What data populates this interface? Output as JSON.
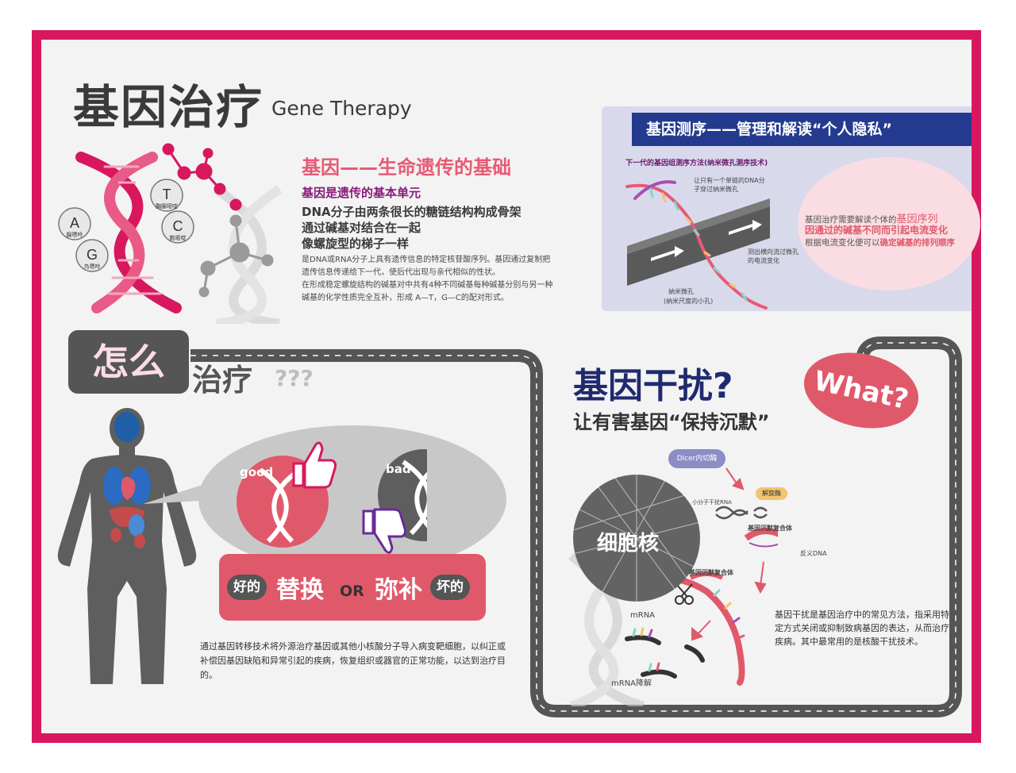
{
  "header": {
    "title_cn": "基因治疗",
    "title_en": "Gene Therapy"
  },
  "gene_section": {
    "heading": "基因——生命遗传的基础",
    "subheading": "基因是遗传的基本单元",
    "lines": [
      "DNA分子由两条很长的糖链结构构成骨架",
      "通过碱基对结合在一起",
      "像螺旋型的梯子一样"
    ],
    "body": [
      "是DNA或RNA分子上具有遗传信息的特定核苷酸序列。基因通过复制把遗传信息传递给下一代，使后代出现与亲代相似的性状。",
      "在形成稳定螺旋结构的碱基对中共有4种不同碱基每种碱基分别与另一种碱基的化学性质完全互补，形成 A—T，G—C的配对形式。"
    ],
    "bases": [
      {
        "letter": "T",
        "name": "胸腺嘧啶"
      },
      {
        "letter": "A",
        "name": "腺嘌呤"
      },
      {
        "letter": "C",
        "name": "胞嘧啶"
      },
      {
        "letter": "G",
        "name": "鸟嘌呤"
      }
    ]
  },
  "sequencing": {
    "title": "基因测序——管理和解读“个人隐私”",
    "method": "下一代的基因组测序方法(纳米微孔测序技术)",
    "label_strand": "让只有一个单链的DNA分子穿过纳米微孔",
    "label_current": "测出横向流过微孔的电流变化",
    "label_pore_1": "纳米微孔",
    "label_pore_2": "(纳米尺度的小孔)",
    "bubble_1a": "基因治疗需要解读个体的",
    "bubble_1b": "基因序列",
    "bubble_2": "因通过的碱基不同而引起电流变化",
    "bubble_3a": "根据电流变化便可以",
    "bubble_3b": "确定碱基的排列顺序"
  },
  "therapy": {
    "how_box": "怎么",
    "how_rest": "治疗",
    "how_q": "???",
    "good": "good",
    "bad": "bad",
    "good_pill": "好的",
    "replace": "替换",
    "or": "OR",
    "compensate": "弥补",
    "bad_pill": "坏的",
    "description": "通过基因转移技术将外源治疗基因或其他小核酸分子导入病变靶细胞，以纠正或补偿因基因缺陷和异常引起的疾病，恢复组织或器官的正常功能，以达到治疗目的。"
  },
  "rnai": {
    "title": "基因干扰?",
    "subtitle": "让有害基因“保持沉默”",
    "what": "What?",
    "dicer": "Dicer内切酶",
    "unwindase": "解旋酶",
    "sirna": "小分子干扰RNA",
    "risc_1": "基因沉默复合体",
    "antisense": "反义DNA",
    "risc_2": "基因沉默复合体",
    "nucleus": "细胞核",
    "mrna": "mRNA",
    "mrna_deg": "mRNA降解",
    "description": "基因干扰是基因治疗中的常见方法，指采用特定方式关闭或抑制致病基因的表达，从而治疗疾病。其中最常用的是核酸干扰技术。"
  },
  "colors": {
    "frame": "#d8175f",
    "accent_red": "#e0596a",
    "navy": "#233a8f",
    "grey": "#555555"
  }
}
